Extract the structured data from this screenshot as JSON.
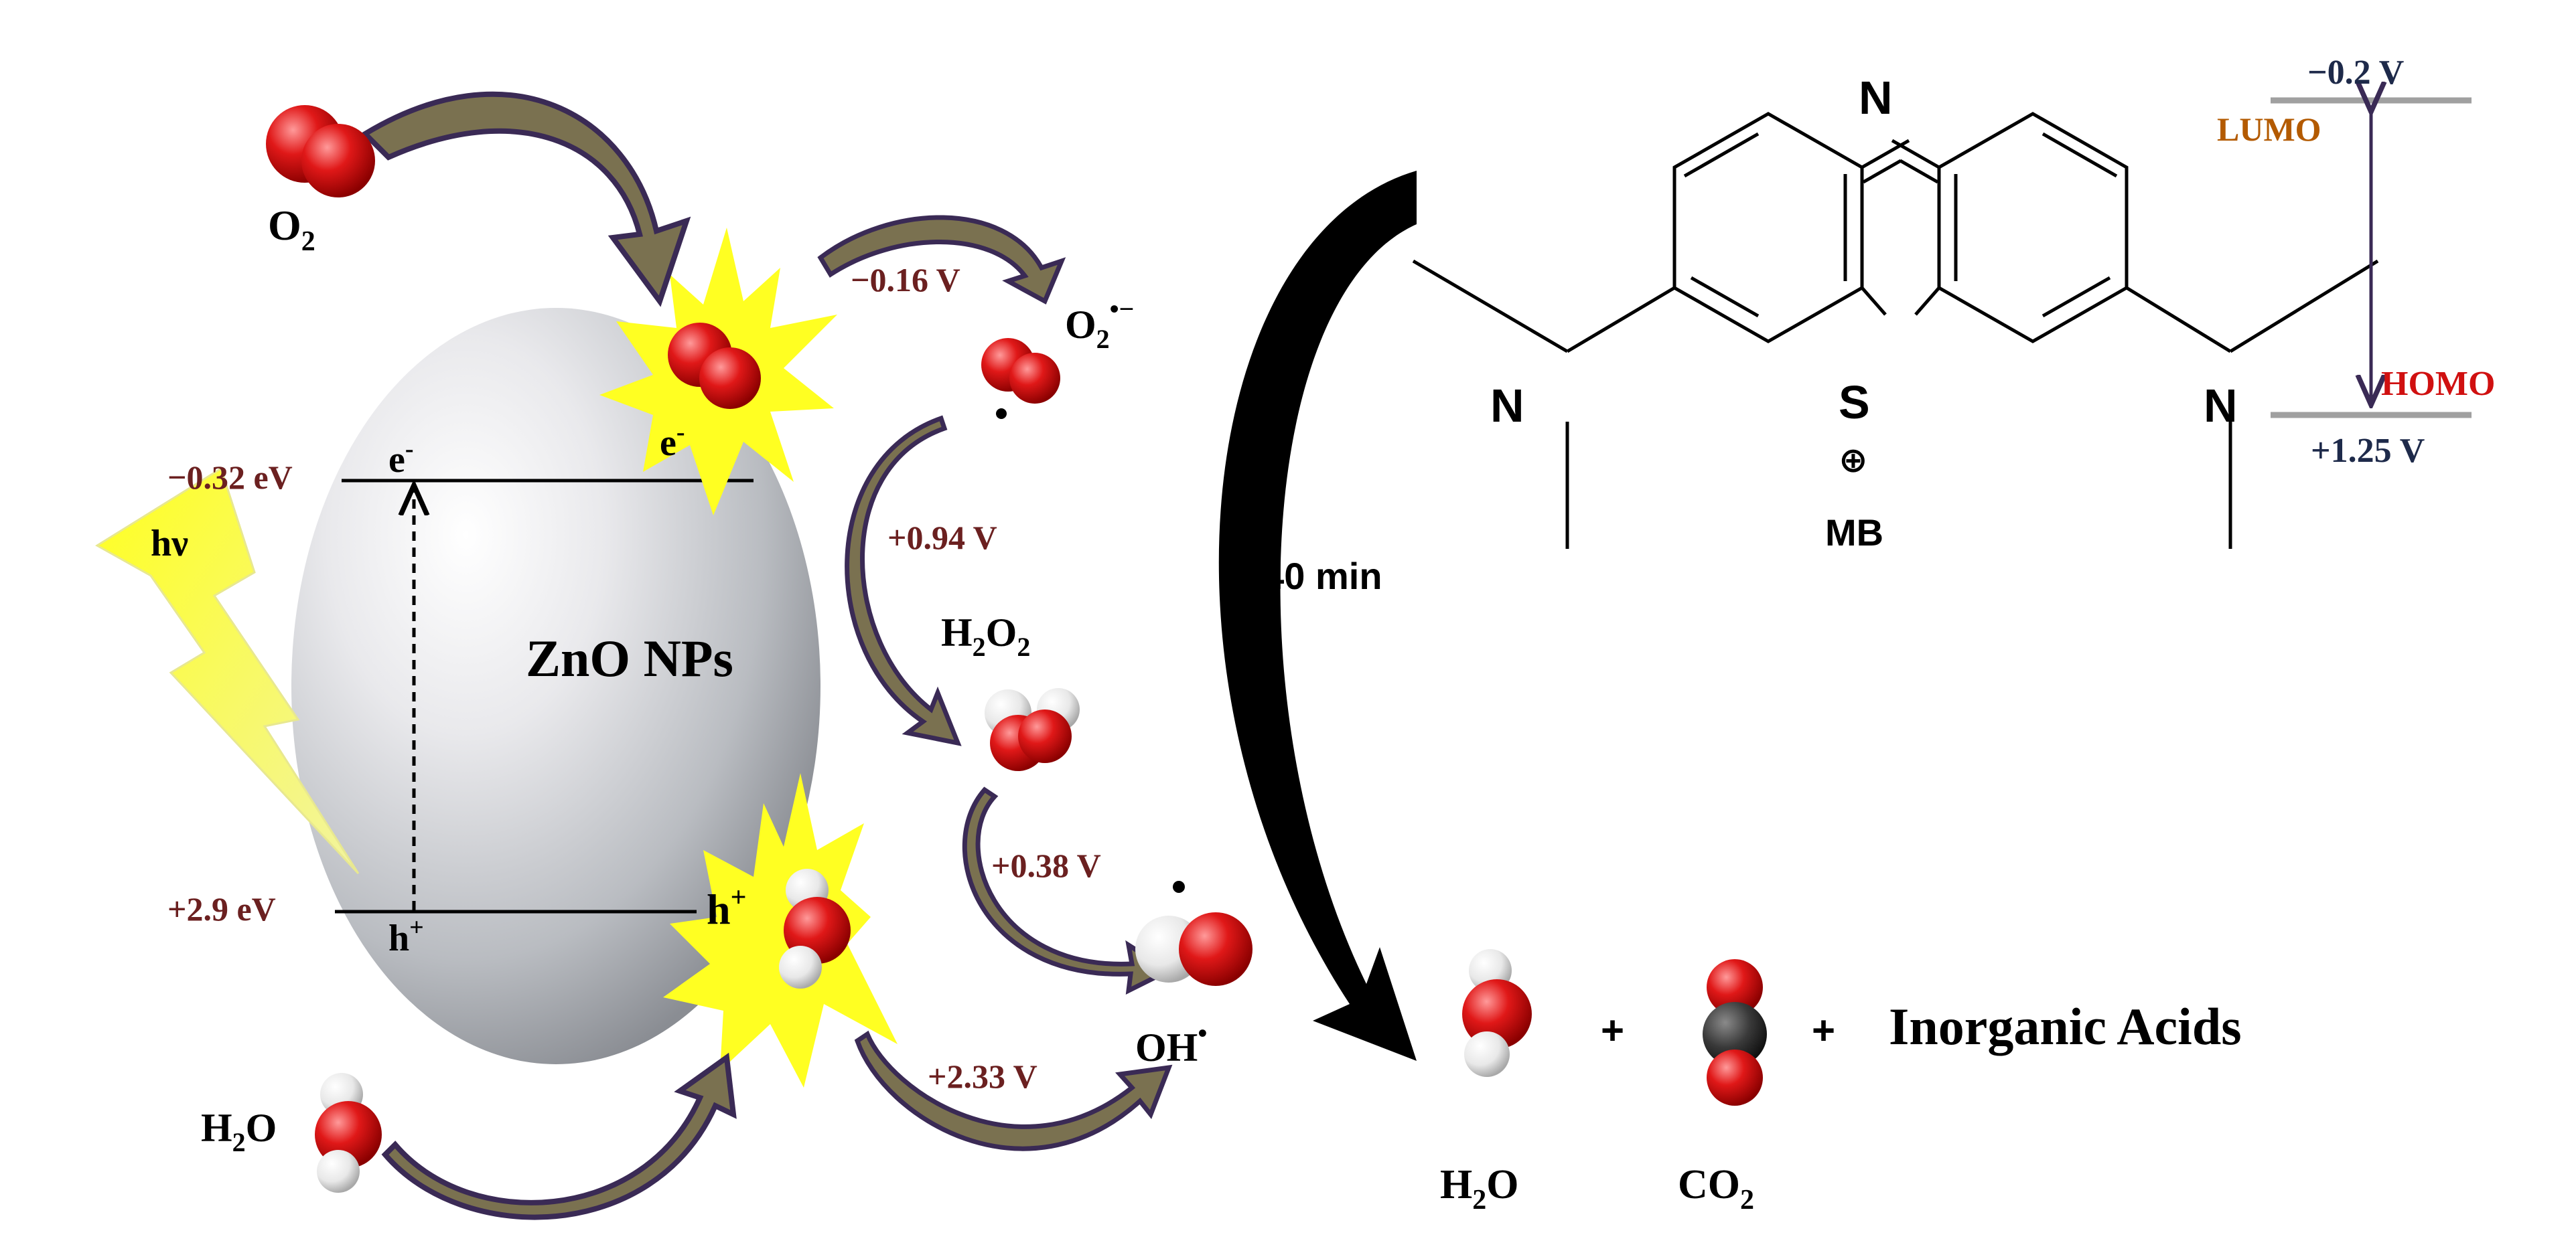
{
  "labels": {
    "o2": "O",
    "o2_sub": "2",
    "superoxide": "O",
    "superoxide_sub": "2",
    "superoxide_sup": "•−",
    "h2o2": "H",
    "h2o2_sub1": "2",
    "h2o2_o": "O",
    "h2o2_sub2": "2",
    "hydroxyl": "OH",
    "hydroxyl_sup": "•",
    "water_in": "H",
    "water_in_sub": "2",
    "water_in_o": "O",
    "electron_top": "e",
    "electron_top_sup": "-",
    "electron_star": "e",
    "electron_star_sup": "-",
    "hole_bottom": "h",
    "hole_bottom_sup": "+",
    "hole_star": "h",
    "hole_star_sup": "+",
    "hv": "hν",
    "zno": "ZnO NPs",
    "time": "240 min",
    "mb": "MB",
    "product_h2o": "H",
    "product_h2o_sub": "2",
    "product_h2o_o": "O",
    "product_co2": "CO",
    "product_co2_sub": "2",
    "plus1": "+",
    "plus2": "+",
    "acids": "Inorganic Acids"
  },
  "potentials": {
    "cb": "−0.32 eV",
    "vb": "+2.9 eV",
    "o2_reduction": "−0.16 V",
    "superoxide_to_h2o2": "+0.94 V",
    "h2o2_to_oh": "+0.38 V",
    "h2o_to_oh": "+2.33 V"
  },
  "mb_levels": {
    "lumo_potential": "−0.2 V",
    "lumo_label": "LUMO",
    "homo_label": "HOMO",
    "homo_potential": "+1.25 V"
  },
  "structure_atoms": {
    "n_top": "N",
    "s": "S",
    "charge": "⊕",
    "n_left": "N",
    "n_right": "N"
  },
  "colors": {
    "potential_text": "#6b2020",
    "lumo": "#b35a00",
    "homo": "#d01010",
    "homo_potential": "#1e2a4a",
    "arrow_fill": "#7a7150",
    "arrow_stroke": "#3a2a55",
    "oxygen": "#d81818",
    "hydrogen": "#f2f2f2",
    "carbon": "#333333",
    "star": "#ffff22",
    "level_line": "#a0a0a0"
  }
}
